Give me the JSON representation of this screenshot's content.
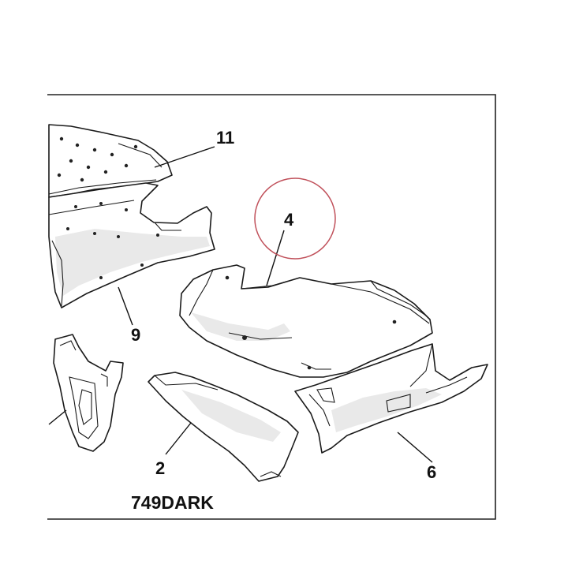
{
  "diagram": {
    "callouts": {
      "part_11": "11",
      "part_4": "4",
      "part_9": "9",
      "part_2": "2",
      "part_6": "6"
    },
    "reference_code": "749DARK",
    "colors": {
      "line": "#1a1a1a",
      "highlight_circle": "#c0505a",
      "frame": "#222222",
      "background": "#ffffff"
    }
  }
}
